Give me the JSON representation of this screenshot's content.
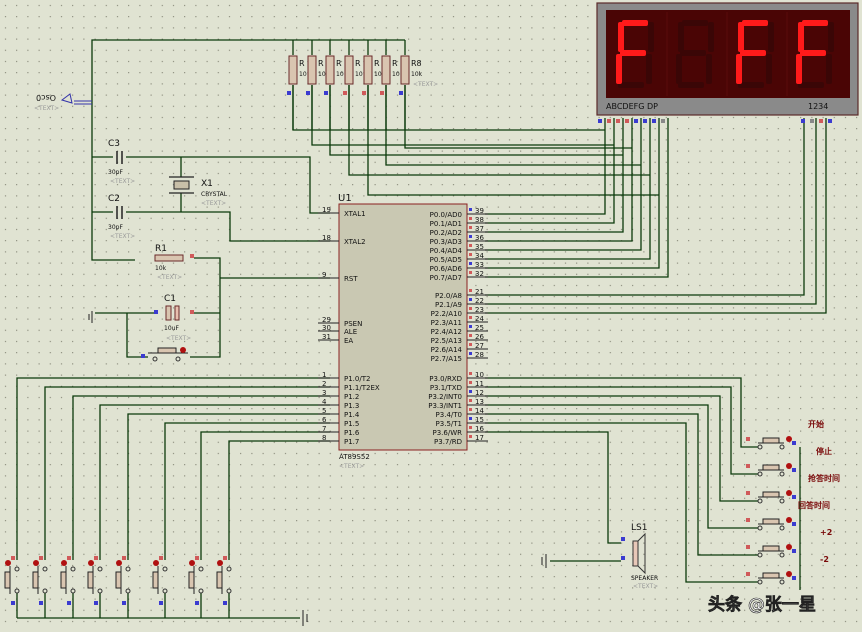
{
  "display": {
    "digits": [
      "F",
      "8",
      "F",
      "F"
    ],
    "lit": [
      true,
      false,
      true,
      true
    ],
    "segment_label": "ABCDEFG  DP",
    "digit_label": "1234",
    "on_color": "#ff1a1a",
    "off_color": "#3a0606"
  },
  "resistor_array": {
    "names": [
      "R",
      "R",
      "R",
      "R",
      "R",
      "R",
      "R8"
    ],
    "values": [
      "10",
      "10",
      "10",
      "10",
      "10",
      "10",
      "10k"
    ],
    "text": "<TEXT>"
  },
  "clock_terminal": {
    "label": "Osc0",
    "text": "<TEXT>"
  },
  "components": {
    "c3": {
      "name": "C3",
      "value": "30pF",
      "text": "<TEXT>"
    },
    "c2": {
      "name": "C2",
      "value": "30pF",
      "text": "<TEXT>"
    },
    "x1": {
      "name": "X1",
      "value": "CRYSTAL",
      "text": "<TEXT>"
    },
    "r1": {
      "name": "R1",
      "value": "10k",
      "text": "<TEXT>"
    },
    "c1": {
      "name": "C1",
      "value": "10uF",
      "text": "<TEXT>"
    },
    "ls1": {
      "name": "LS1",
      "value": "SPEAKER",
      "text": "<TEXT>"
    }
  },
  "mcu": {
    "name": "U1",
    "part": "AT89S52",
    "text": "<TEXT>",
    "left_pins": [
      {
        "num": "19",
        "name": "XTAL1"
      },
      {
        "num": "18",
        "name": "XTAL2"
      },
      {
        "num": "9",
        "name": "RST"
      },
      {
        "num": "29",
        "name": "PSEN"
      },
      {
        "num": "30",
        "name": "ALE"
      },
      {
        "num": "31",
        "name": "EA"
      },
      {
        "num": "1",
        "name": "P1.0/T2"
      },
      {
        "num": "2",
        "name": "P1.1/T2EX"
      },
      {
        "num": "3",
        "name": "P1.2"
      },
      {
        "num": "4",
        "name": "P1.3"
      },
      {
        "num": "5",
        "name": "P1.4"
      },
      {
        "num": "6",
        "name": "P1.5"
      },
      {
        "num": "7",
        "name": "P1.6"
      },
      {
        "num": "8",
        "name": "P1.7"
      }
    ],
    "right_pins": [
      {
        "num": "39",
        "name": "P0.0/AD0"
      },
      {
        "num": "38",
        "name": "P0.1/AD1"
      },
      {
        "num": "37",
        "name": "P0.2/AD2"
      },
      {
        "num": "36",
        "name": "P0.3/AD3"
      },
      {
        "num": "35",
        "name": "P0.4/AD4"
      },
      {
        "num": "34",
        "name": "P0.5/AD5"
      },
      {
        "num": "33",
        "name": "P0.6/AD6"
      },
      {
        "num": "32",
        "name": "P0.7/AD7"
      },
      {
        "num": "21",
        "name": "P2.0/A8"
      },
      {
        "num": "22",
        "name": "P2.1/A9"
      },
      {
        "num": "23",
        "name": "P2.2/A10"
      },
      {
        "num": "24",
        "name": "P2.3/A11"
      },
      {
        "num": "25",
        "name": "P2.4/A12"
      },
      {
        "num": "26",
        "name": "P2.5/A13"
      },
      {
        "num": "27",
        "name": "P2.6/A14"
      },
      {
        "num": "28",
        "name": "P2.7/A15"
      },
      {
        "num": "10",
        "name": "P3.0/RXD"
      },
      {
        "num": "11",
        "name": "P3.1/TXD"
      },
      {
        "num": "12",
        "name": "P3.2/INT0"
      },
      {
        "num": "13",
        "name": "P3.3/INT1"
      },
      {
        "num": "14",
        "name": "P3.4/T0"
      },
      {
        "num": "15",
        "name": "P3.5/T1"
      },
      {
        "num": "16",
        "name": "P3.6/WR"
      },
      {
        "num": "17",
        "name": "P3.7/RD"
      }
    ]
  },
  "control_buttons": [
    "开始",
    "停止",
    "抢答时间",
    "回答时间",
    "+2",
    "-2"
  ],
  "watermark": "头条 @张一星",
  "colors": {
    "wire": "#0b3a0b",
    "pin_blue": "#3b3bd0",
    "pin_red": "#d05a5a",
    "chip_fill": "#c9c8b2",
    "chip_border": "#8a2020"
  }
}
